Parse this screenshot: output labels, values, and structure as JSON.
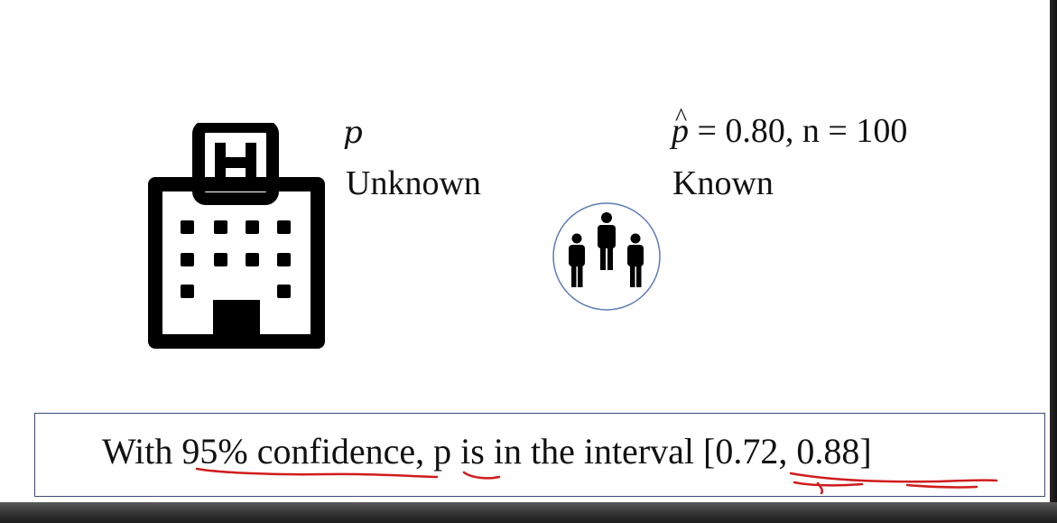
{
  "left_side": {
    "variable": "p",
    "status": "Unknown",
    "icon": "hospital-building-icon"
  },
  "right_side": {
    "estimate_symbol": "p",
    "estimate_rest": " = 0.80, n = 100",
    "status": "Known",
    "icon": "people-sample-icon"
  },
  "conclusion": {
    "part1": "With ",
    "confidence": "95% confidence",
    "part2": ", ",
    "param": "p",
    "part3": " is in the interval ",
    "interval": "[0.72, 0.88]"
  },
  "colors": {
    "box_border": "#3b4a7a",
    "circle_border": "#5b7bb6",
    "annotation_ink": "#d01c1c"
  }
}
